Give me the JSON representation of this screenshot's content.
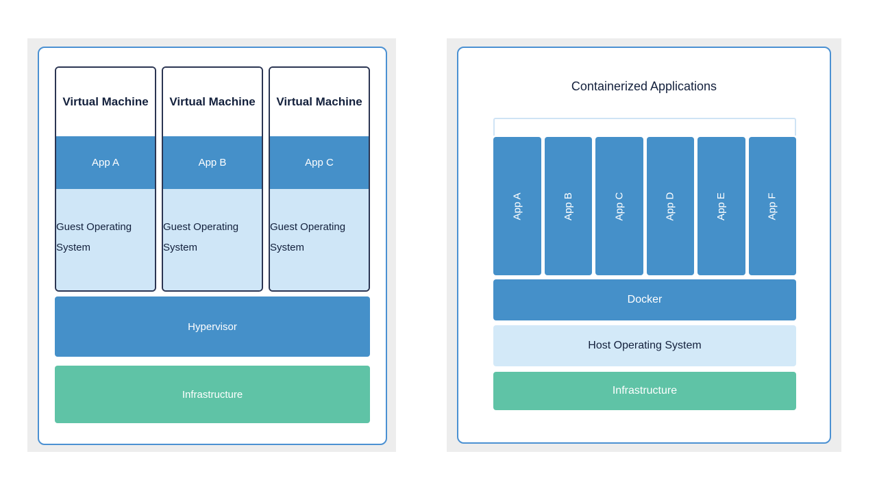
{
  "colors": {
    "plate_background": "#ededed",
    "panel_border": "#4a90d2",
    "accent_blue": "#4590c9",
    "light_blue": "#cfe6f7",
    "bracket_blue": "#cfe4f5",
    "green": "#5fc3a6",
    "dark_navy": "#13203c",
    "vm_border": "#2b3552"
  },
  "left_panel": {
    "virtual_machines": [
      {
        "title": "Virtual Machine",
        "app": "App A",
        "guest_os": "Guest Operating System"
      },
      {
        "title": "Virtual Machine",
        "app": "App B",
        "guest_os": "Guest Operating System"
      },
      {
        "title": "Virtual Machine",
        "app": "App C",
        "guest_os": "Guest Operating System"
      }
    ],
    "hypervisor": "Hypervisor",
    "infrastructure": "Infrastructure"
  },
  "right_panel": {
    "title": "Containerized Applications",
    "apps": [
      {
        "label": "App A"
      },
      {
        "label": "App B"
      },
      {
        "label": "App C"
      },
      {
        "label": "App D"
      },
      {
        "label": "App E"
      },
      {
        "label": "App F"
      }
    ],
    "docker": "Docker",
    "host_os": "Host Operating System",
    "infrastructure": "Infrastructure"
  }
}
